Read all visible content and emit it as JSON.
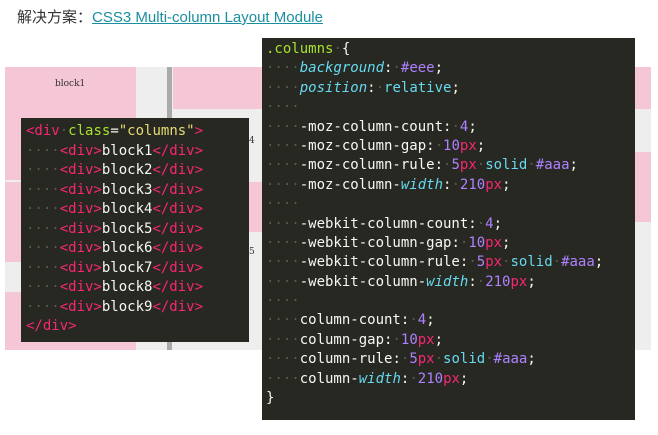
{
  "heading": {
    "prefix": "解决方案：",
    "link_text": "CSS3 Multi-column  Layout Module"
  },
  "demo": {
    "block_label": "block1",
    "partial_labels": [
      "4",
      "5"
    ]
  },
  "html_code": {
    "open_tag": "div",
    "attr_name": "class",
    "attr_value": "\"columns\"",
    "children": [
      "block1",
      "block2",
      "block3",
      "block4",
      "block5",
      "block6",
      "block7",
      "block8",
      "block9"
    ],
    "close_tag": "div"
  },
  "css_code": {
    "selector": ".columns",
    "open_brace": "{",
    "close_brace": "}",
    "rules": [
      {
        "prop": "background",
        "value": "#eee",
        "style": "italic"
      },
      {
        "prop": "position",
        "value": "relative",
        "style": "italic"
      },
      null,
      {
        "prop": "-moz-column-count",
        "value": "4"
      },
      {
        "prop": "-moz-column-gap",
        "value": "10px"
      },
      {
        "prop": "-moz-column-rule",
        "value": "5px solid #aaa"
      },
      {
        "prop": "-moz-column-width",
        "value": "210px"
      },
      null,
      {
        "prop": "-webkit-column-count",
        "value": "4"
      },
      {
        "prop": "-webkit-column-gap",
        "value": "10px"
      },
      {
        "prop": "-webkit-column-rule",
        "value": "5px solid #aaa"
      },
      {
        "prop": "-webkit-column-width",
        "value": "210px"
      },
      null,
      {
        "prop": "column-count",
        "value": "4"
      },
      {
        "prop": "column-gap",
        "value": "10px"
      },
      {
        "prop": "column-rule",
        "value": "5px solid #aaa"
      },
      {
        "prop": "column-width",
        "value": "210px"
      }
    ]
  },
  "colors": {
    "editor_bg": "#272822",
    "block_pink": "#f4c6d6",
    "link": "#1a8fa0"
  }
}
